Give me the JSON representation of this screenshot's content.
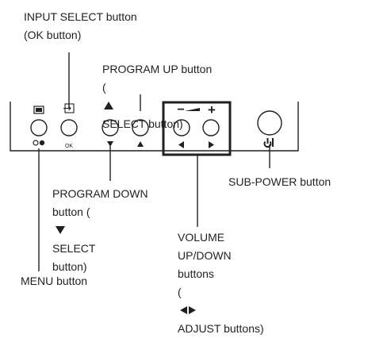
{
  "labels": {
    "input_select": [
      "INPUT SELECT button",
      "(OK button)"
    ],
    "program_up": [
      "PROGRAM UP button",
      "(",
      "SELECT button)"
    ],
    "program_down": [
      "PROGRAM DOWN",
      "button (",
      "SELECT",
      "button)"
    ],
    "sub_power": "SUB-POWER button",
    "volume": [
      "VOLUME",
      "UP/DOWN",
      "buttons",
      "(",
      "ADJUST buttons)"
    ],
    "menu": "MENU button"
  },
  "panel_marks": {
    "ok": "OK",
    "volume_minus": "−",
    "volume_plus": "+"
  },
  "icons": {
    "menu_top": "monitor-screen-icon",
    "menu_bottom": "tool-icon",
    "input_top": "input-select-icon",
    "program_down": "triangle-down-icon",
    "program_up": "triangle-up-icon",
    "volume_down": "triangle-left-icon",
    "volume_up": "triangle-right-icon",
    "power": "power-icon",
    "volume_ramp": "volume-ramp-icon"
  },
  "colors": {
    "ink": "#231f20",
    "background": "#ffffff"
  }
}
